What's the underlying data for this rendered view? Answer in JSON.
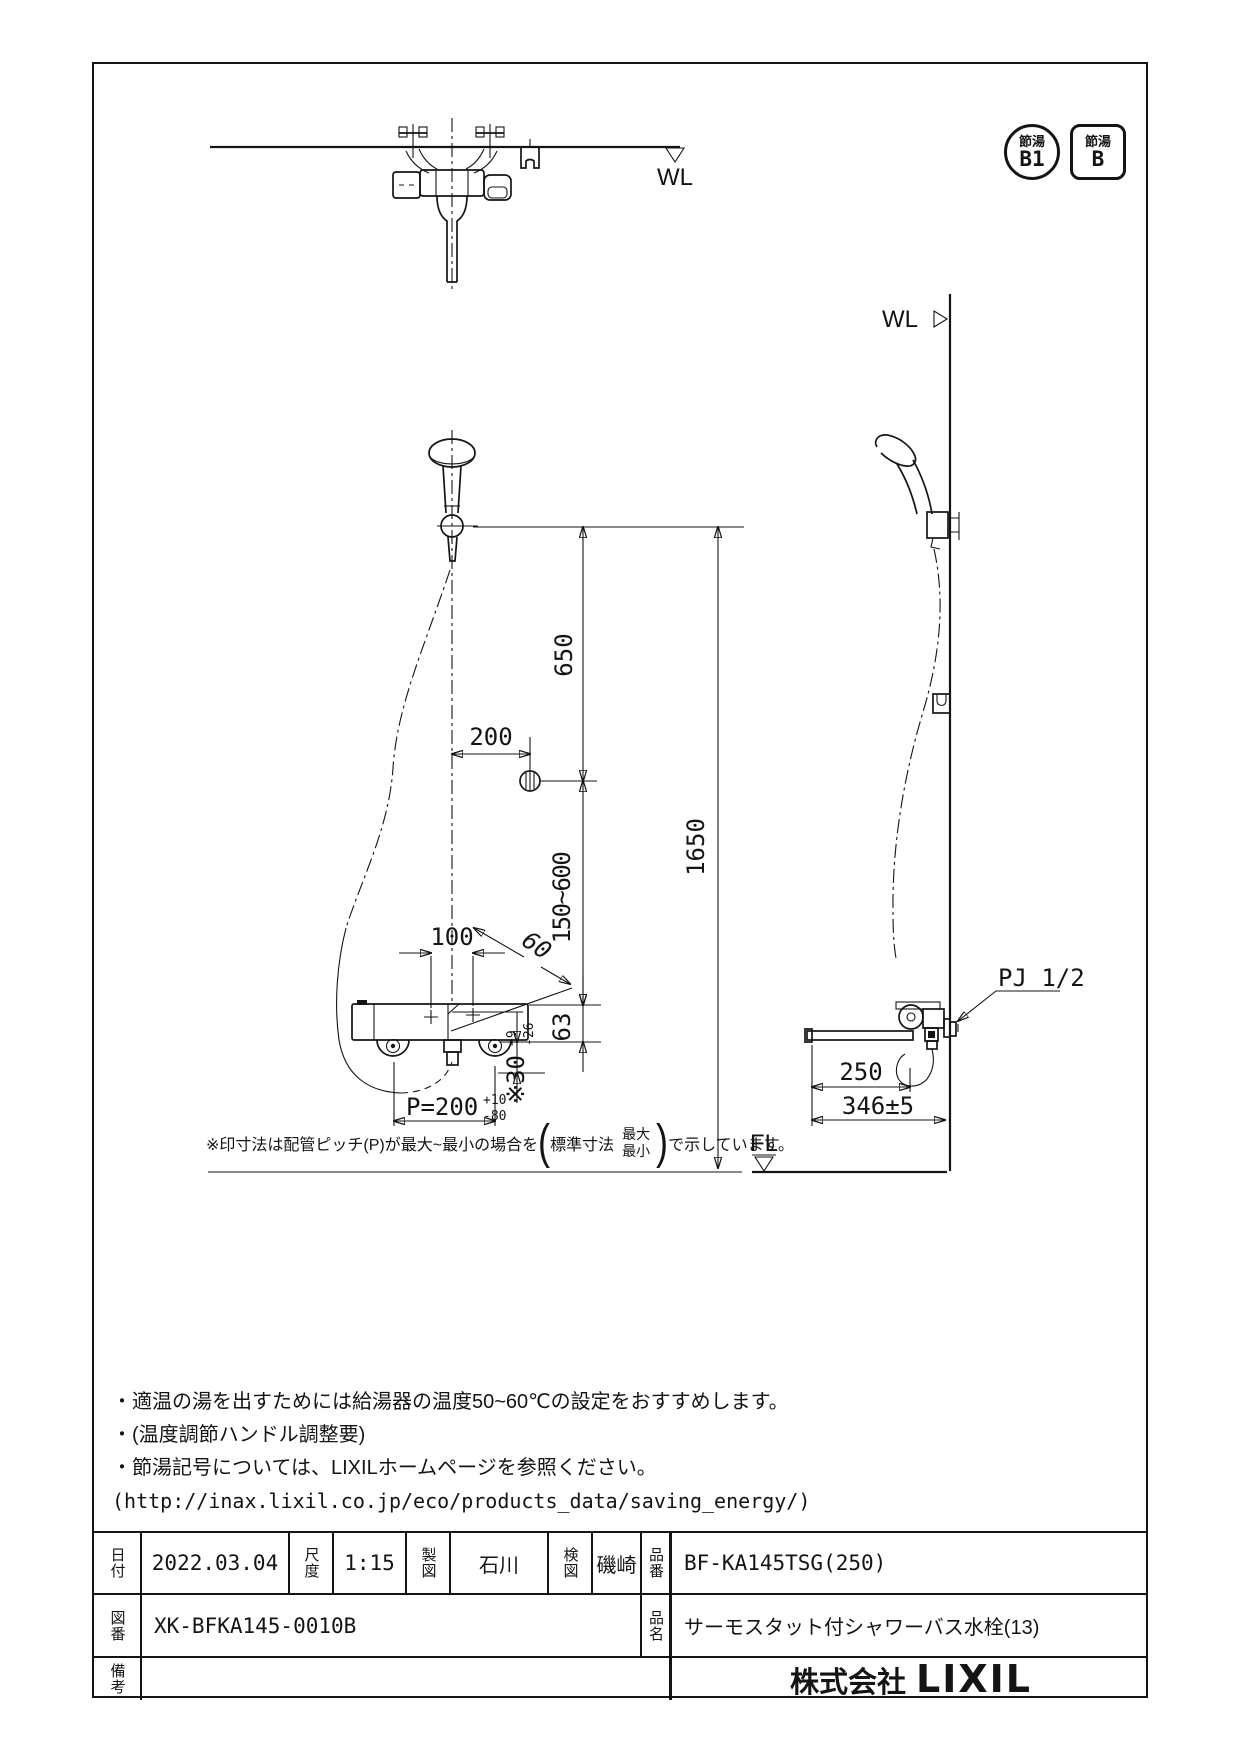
{
  "badges": {
    "circle": {
      "top": "節湯",
      "bottom": "B1"
    },
    "square": {
      "top": "節湯",
      "bottom": "B"
    }
  },
  "markers": {
    "wl_top": "WL",
    "wl_side": "WL",
    "fl": "FL",
    "pj": "PJ 1/2"
  },
  "dimensions": {
    "front": {
      "d650": "650",
      "d200": "200",
      "d150_600": "150~600",
      "d1650": "1650",
      "d100": "100",
      "d60": "60",
      "d63": "63",
      "pitch": {
        "main": "P=200",
        "sup": "+10",
        "sub": "-80"
      },
      "d30": {
        "main": "※30",
        "sup": "+9",
        "sub": "-26"
      }
    },
    "side": {
      "d250": "250",
      "d346": "346±5"
    }
  },
  "dim_note": {
    "prefix": "※印寸法は配管ピッチ(P)が最大~最小の場合を",
    "paren_open": "(",
    "paren_label": "標準寸法",
    "max": "最大",
    "min": "最小",
    "paren_close": ")",
    "suffix": "で示しています。"
  },
  "notes": {
    "line1": "・適温の湯を出すためには給湯器の温度50~60℃の設定をおすすめします。",
    "line2": "・(温度調節ハンドル調整要)",
    "line3": "・節湯記号については、LIXILホームページを参照ください。",
    "line4": "(http://inax.lixil.co.jp/eco/products_data/saving_energy/)"
  },
  "title_block": {
    "date_label": "日付",
    "date": "2022.03.04",
    "scale_label": "尺度",
    "scale": "1:15",
    "drafter_label": "製図",
    "drafter": "石川",
    "checker_label": "検図",
    "checker": "磯崎",
    "part_no_label": "品番",
    "part_no": "BF-KA145TSG(250)",
    "dwg_no_label": "図番",
    "dwg_no": "XK-BFKA145-0010B",
    "part_name_label": "品名",
    "part_name": "サーモスタット付シャワーバス水栓(13)",
    "remarks_label": "備考",
    "company_prefix": "株式会社",
    "company_name": "LIXIL"
  }
}
